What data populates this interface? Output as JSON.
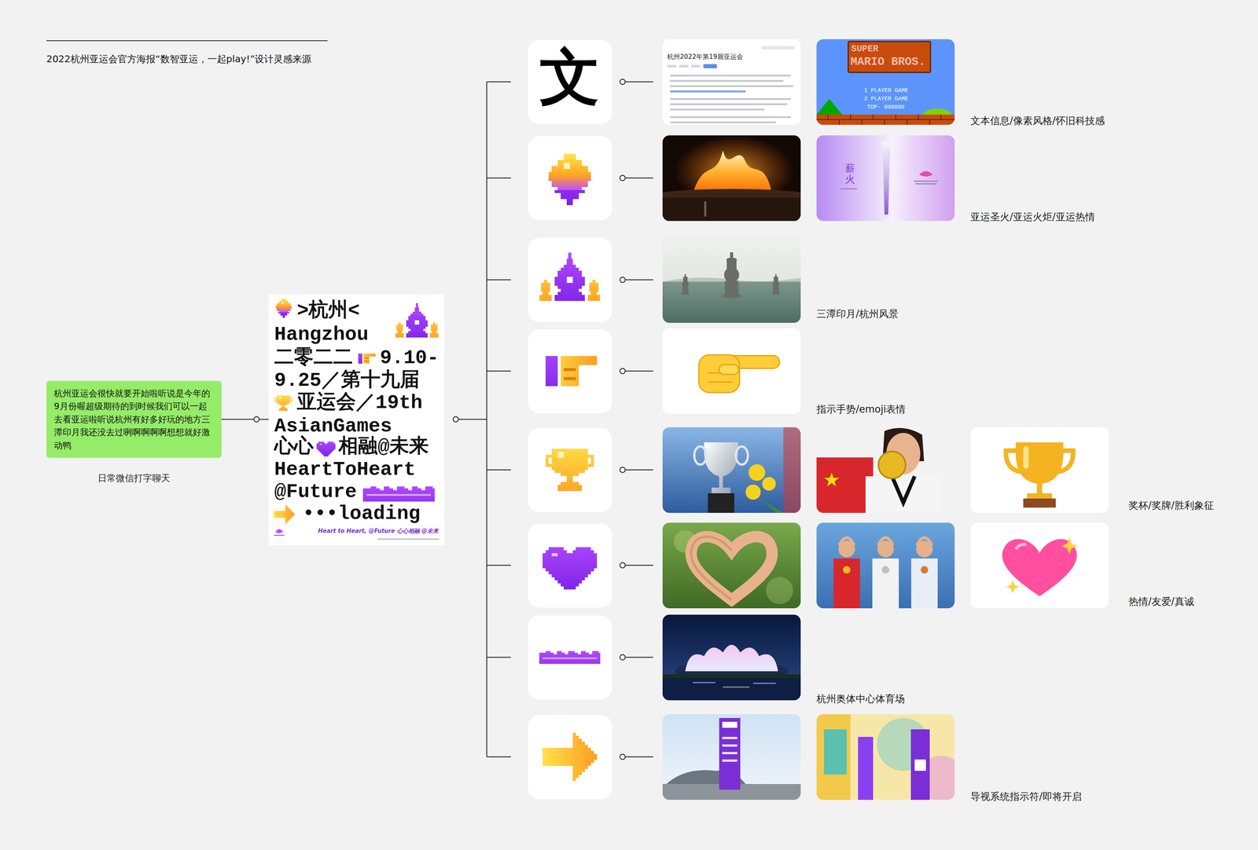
{
  "diagram": {
    "title": "2022杭州亚运会官方海报“数智亚运，一起play!”设计灵感来源",
    "nodes": [
      {
        "text": [
          "杭州亚运会很快就要开始啦听说是今年的9月份喔超级期待的到时候我们可以一起去看亚运啦听说杭州有好多好玩的地方三潭印月我还没去过咧啊啊啊啊想想就好激动鸭",
          "日常微信打字聊天"
        ]
      },
      {
        "text": [
          ">杭州<",
          "Hangzhou",
          "二零二二",
          "9.10-",
          "9.25／第十九届",
          "亚运会／19th",
          "AsianGames",
          "心心",
          "相融@未来",
          "HeartToHeart",
          "@Future",
          "•••loading",
          "Heart to Heart, @Future 心心相融 @未来"
        ]
      }
    ],
    "edges": [
      {
        "from": 0,
        "to": 1,
        "arrow": "none"
      }
    ],
    "labels": [
      "文",
      "杭州2022年第19届亚运会",
      "SUPER",
      "MARIO BROS.",
      "1 PLAYER GAME",
      "2 PLAYER GAME",
      "TOP- 000000",
      "薪火",
      "文本信息/像素风格/怀旧科技感",
      "亚运圣火/亚运火炬/亚运热情",
      "三潭印月/杭州风景",
      "指示手势/emoji表情",
      "奖杯/奖牌/胜利象征",
      "热情/友爱/真诚",
      "杭州奥体中心体育场",
      "导视系统指示符/即将开启"
    ]
  }
}
